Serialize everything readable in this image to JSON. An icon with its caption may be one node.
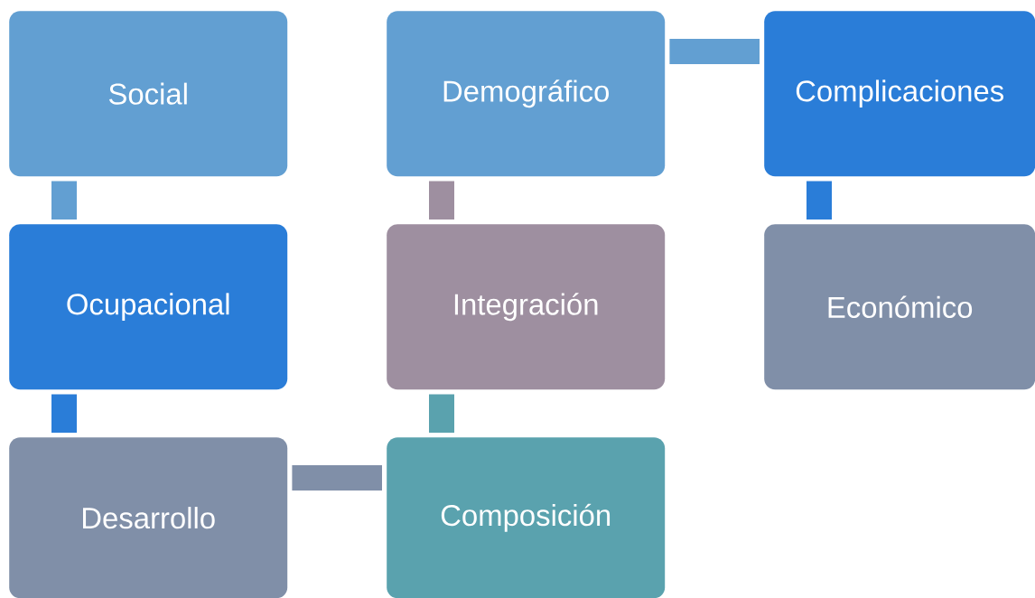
{
  "diagram": {
    "nodes": [
      {
        "text": [
          "Social"
        ]
      },
      {
        "text": [
          "Ocupacional"
        ]
      },
      {
        "text": [
          "Desarrollo"
        ]
      },
      {
        "text": [
          "Composición"
        ]
      },
      {
        "text": [
          "Integración"
        ]
      },
      {
        "text": [
          "Demográfico"
        ]
      },
      {
        "text": [
          "Complicaciones"
        ]
      },
      {
        "text": [
          "Económico"
        ]
      }
    ],
    "edges": [
      {
        "from": 0,
        "to": 1,
        "arrow": "none",
        "color": "#629fd2"
      },
      {
        "from": 1,
        "to": 2,
        "arrow": "none",
        "color": "#2a7dd8"
      },
      {
        "from": 2,
        "to": 3,
        "arrow": "none",
        "color": "#808fa8"
      },
      {
        "from": 3,
        "to": 4,
        "arrow": "none",
        "color": "#5aa2ae"
      },
      {
        "from": 4,
        "to": 5,
        "arrow": "none",
        "color": "#9e8fa0"
      },
      {
        "from": 5,
        "to": 6,
        "arrow": "none",
        "color": "#629fd2"
      },
      {
        "from": 6,
        "to": 7,
        "arrow": "none",
        "color": "#2a7dd8"
      }
    ]
  }
}
